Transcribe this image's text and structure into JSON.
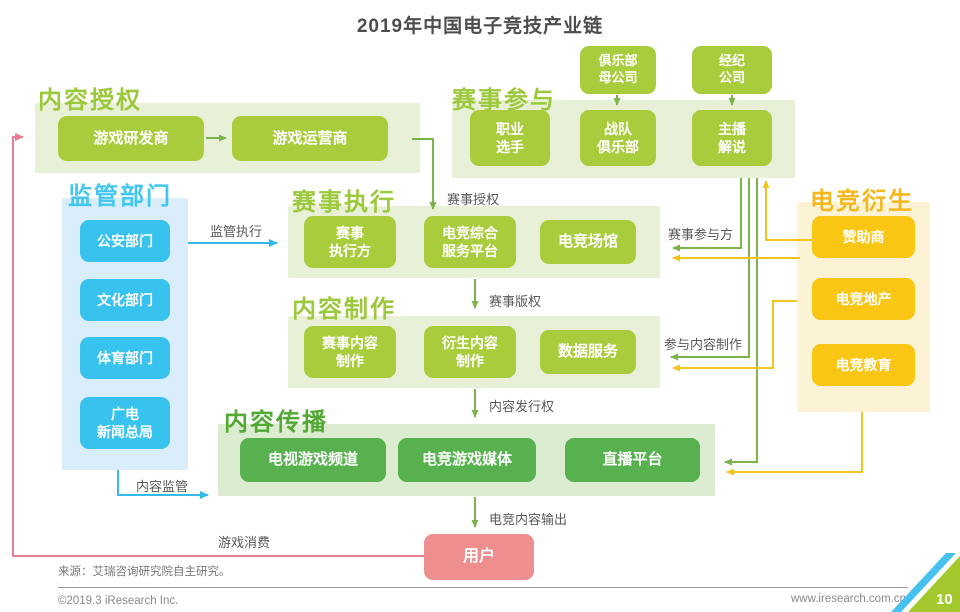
{
  "title": "2019年中国电子竞技产业链",
  "sections": {
    "content_auth": {
      "header": "内容授权",
      "boxes": [
        "游戏研发商",
        "游戏运营商"
      ]
    },
    "regulators": {
      "header": "监管部门",
      "boxes": [
        "公安部门",
        "文化部门",
        "体育部门",
        "广电\n新闻总局"
      ]
    },
    "event_participation": {
      "header": "赛事参与",
      "upstream": [
        "俱乐部\n母公司",
        "经纪\n公司"
      ],
      "boxes": [
        "职业\n选手",
        "战队\n俱乐部",
        "主播\n解说"
      ]
    },
    "event_execution": {
      "header": "赛事执行",
      "boxes": [
        "赛事\n执行方",
        "电竞综合\n服务平台",
        "电竞场馆"
      ]
    },
    "content_production": {
      "header": "内容制作",
      "boxes": [
        "赛事内容\n制作",
        "衍生内容\n制作",
        "数据服务"
      ]
    },
    "content_distribution": {
      "header": "内容传播",
      "boxes": [
        "电视游戏频道",
        "电竞游戏媒体",
        "直播平台"
      ]
    },
    "derivatives": {
      "header": "电竞衍生",
      "boxes": [
        "赞助商",
        "电竞地产",
        "电竞教育"
      ]
    },
    "user": {
      "label": "用户"
    }
  },
  "flow_labels": {
    "regulation_execution": "监管执行",
    "event_authorization": "赛事授权",
    "event_participants": "赛事参与方",
    "event_copyright": "赛事版权",
    "join_content_production": "参与内容制作",
    "content_release_rights": "内容发行权",
    "content_regulation": "内容监管",
    "esports_content_output": "电竞内容输出",
    "game_consumption": "游戏消费"
  },
  "footer": {
    "source": "来源：艾瑞咨询研究院自主研究。",
    "copyright": "©2019.3 iResearch Inc.",
    "website": "www.iresearch.com.cn",
    "page_number": "10"
  },
  "colors": {
    "green-header": "#9cc83c",
    "green-box": "#a9cc3d",
    "green-panel": "#e8f0d8",
    "dark-green-header": "#52a933",
    "dark-green-box": "#58b14f",
    "dark-green-panel": "#dcecd1",
    "blue-header": "#41c7f2",
    "blue-box": "#38c3ee",
    "blue-panel": "#d9eefa",
    "yellow-header": "#f5b71c",
    "yellow-box": "#f9c613",
    "yellow-panel": "#fbf3d3",
    "pink-box": "#ef8e8e",
    "line-green": "#7cb34b",
    "line-yellow": "#f2c41d",
    "line-blue": "#35b9ea",
    "line-pink": "#e87f93",
    "label-text": "#595959",
    "title-text": "#4d4d4d",
    "corner-blue": "#47c2f0",
    "corner-green": "#a3c82e"
  }
}
